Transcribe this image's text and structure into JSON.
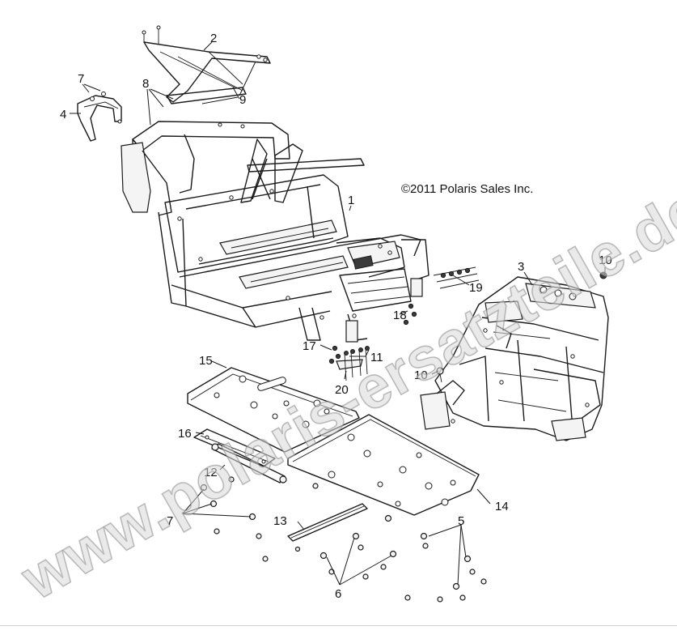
{
  "copyright": "©2011 Polaris Sales Inc.",
  "watermark": "www.polaris-ersatzteile.de",
  "callouts": [
    {
      "id": "c1",
      "text": "1"
    },
    {
      "id": "c2",
      "text": "2"
    },
    {
      "id": "c3",
      "text": "3"
    },
    {
      "id": "c4",
      "text": "4"
    },
    {
      "id": "c5",
      "text": "5"
    },
    {
      "id": "c6",
      "text": "6"
    },
    {
      "id": "c7a",
      "text": "7"
    },
    {
      "id": "c7b",
      "text": "7"
    },
    {
      "id": "c8",
      "text": "8"
    },
    {
      "id": "c9",
      "text": "9"
    },
    {
      "id": "c10a",
      "text": "10"
    },
    {
      "id": "c10b",
      "text": "10"
    },
    {
      "id": "c11",
      "text": "11"
    },
    {
      "id": "c12",
      "text": "12"
    },
    {
      "id": "c13",
      "text": "13"
    },
    {
      "id": "c14",
      "text": "14"
    },
    {
      "id": "c15",
      "text": "15"
    },
    {
      "id": "c16",
      "text": "16"
    },
    {
      "id": "c17",
      "text": "17"
    },
    {
      "id": "c18",
      "text": "18"
    },
    {
      "id": "c19",
      "text": "19"
    },
    {
      "id": "c20",
      "text": "20"
    }
  ]
}
